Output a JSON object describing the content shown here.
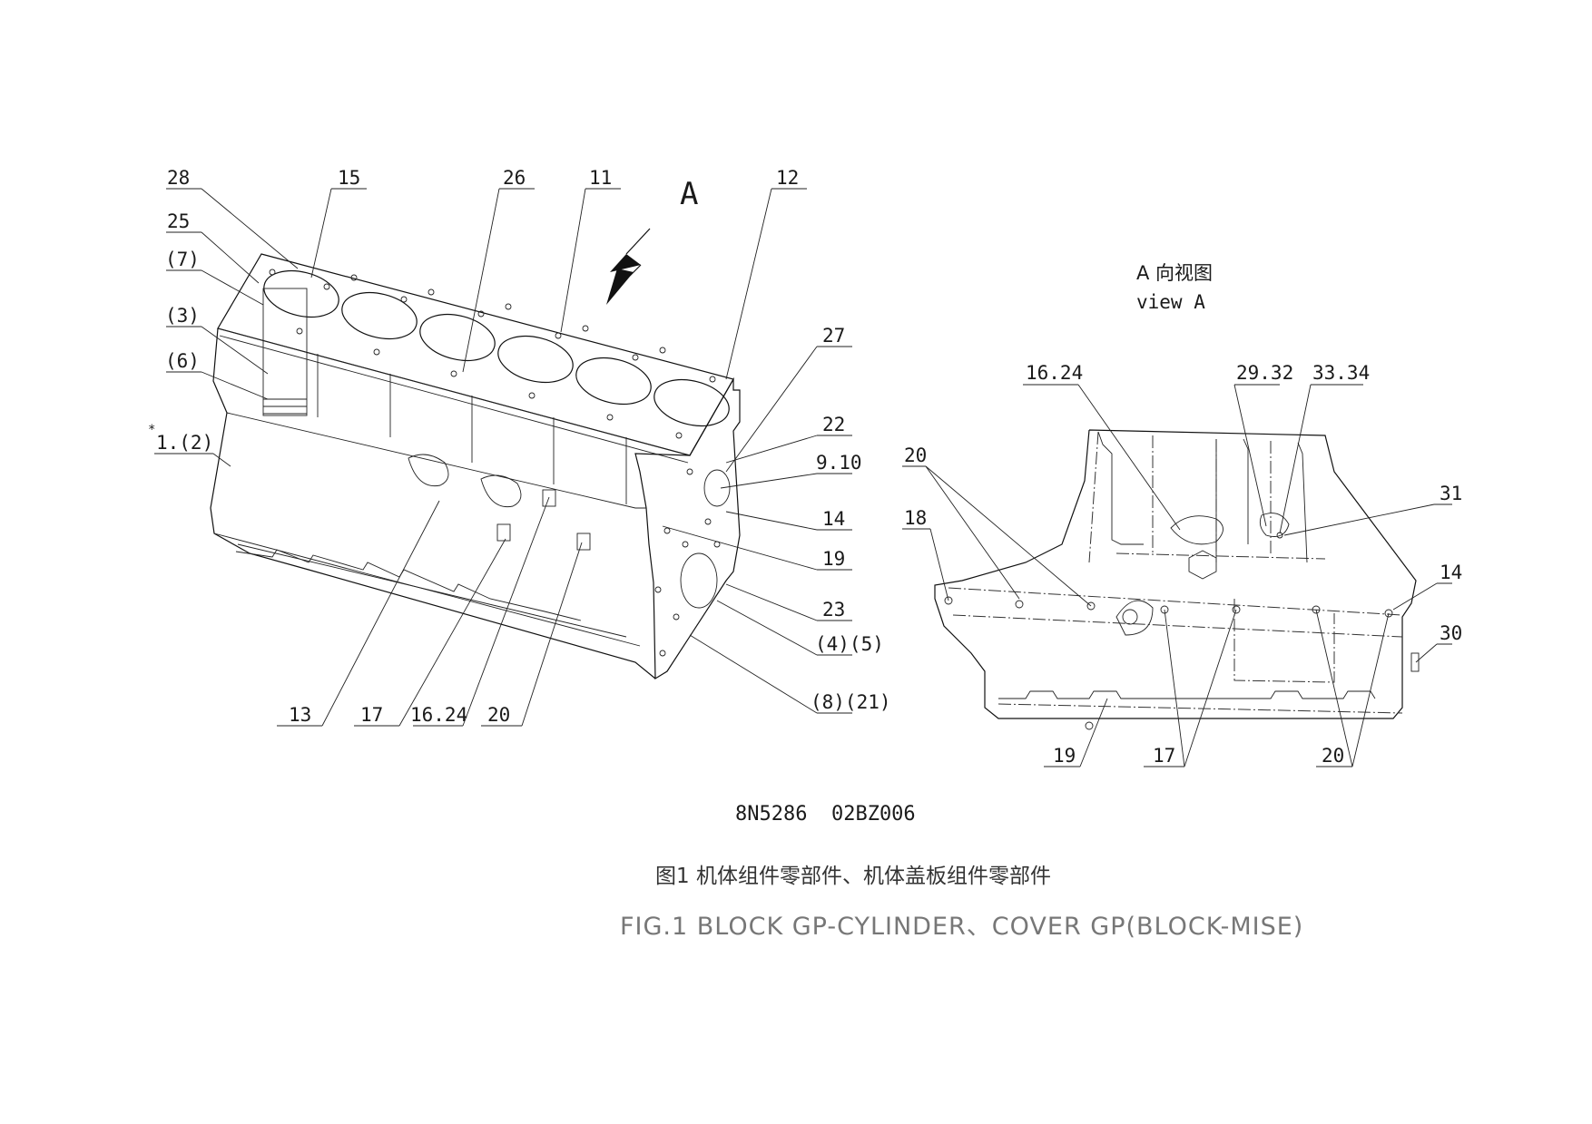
{
  "view_marker": "A",
  "view_title_cn": "A 向视图",
  "view_title_en": "view A",
  "part_number": "8N5286  02BZ006",
  "caption_cn": "图1 机体组件零部件、机体盖板组件零部件",
  "caption_en": "FIG.1 BLOCK GP-CYLINDER、COVER GP(BLOCK-MISE)",
  "callouts_main": [
    "28",
    "15",
    "26",
    "11",
    "12",
    "25",
    "(7)",
    "(3)",
    "(6)",
    "1.(2)",
    "27",
    "22",
    "9.10",
    "14",
    "19",
    "23",
    "(4)(5)",
    "(8)(21)",
    "13",
    "17",
    "16.24",
    "20"
  ],
  "asterisk": "*",
  "callouts_view_a": [
    "16.24",
    "29.32",
    "33.34",
    "20",
    "18",
    "31",
    "14",
    "30",
    "19",
    "17",
    "20"
  ]
}
